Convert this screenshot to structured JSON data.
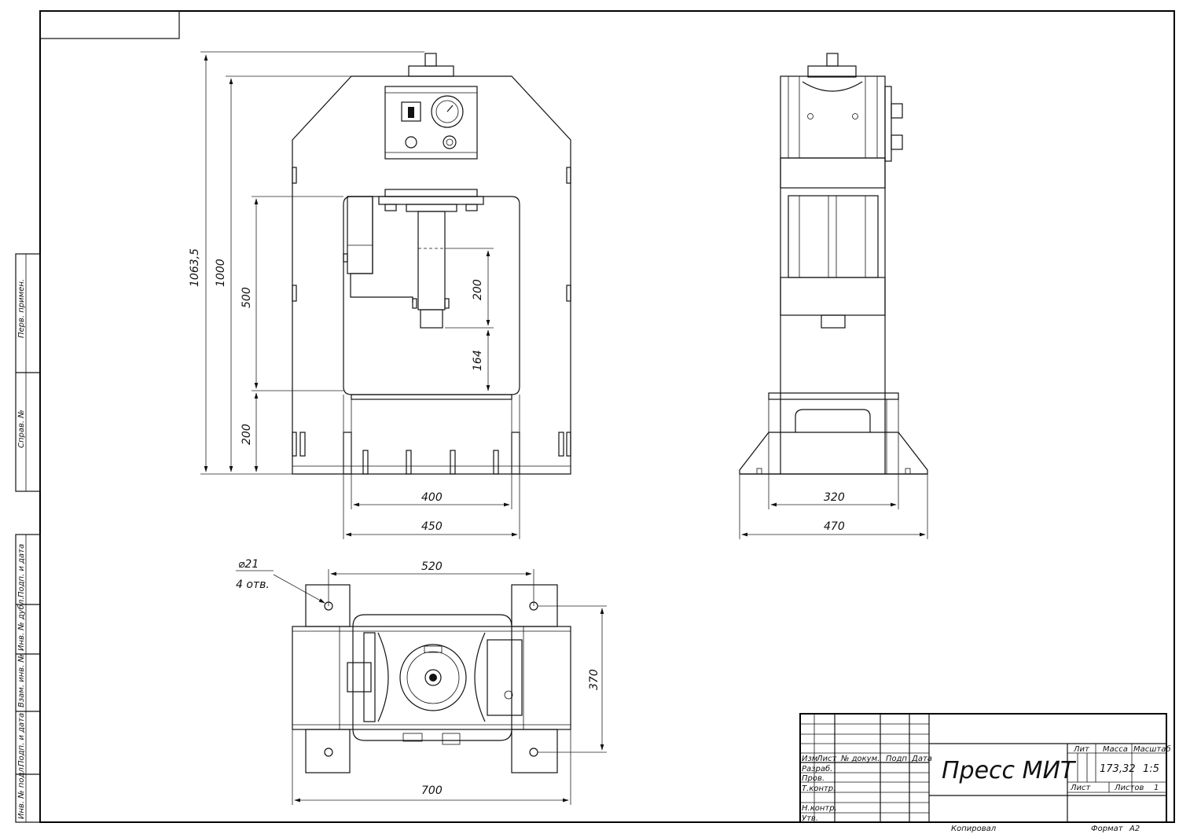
{
  "title_block": {
    "title": "Пресс МИТ",
    "lit_label": "Лит",
    "mass_label": "Масса",
    "scale_label": "Масштаб",
    "mass_value": "173,32",
    "scale_value": "1:5",
    "sheet_label": "Лист",
    "sheets_label": "Листов",
    "sheets_value": "1",
    "col_izm": "Изм",
    "col_list": "Лист",
    "col_doc": "№ докум.",
    "col_podp": "Подп",
    "col_data": "Дата",
    "row_razrab": "Разраб.",
    "row_prov": "Пров.",
    "row_tkontr": "Т.контр.",
    "row_nkontr": "Н.контр.",
    "row_utv": "Утв.",
    "copied": "Копировал",
    "format_label": "Формат",
    "format_value": "А2"
  },
  "side_stamp": {
    "perv_primen": "Перв. примен.",
    "sprav_no": "Справ. №",
    "podp_data_1": "Подп. и дата",
    "inv_dubl": "Инв. № дубл.",
    "vzam_inv": "Взам. инв. №",
    "podp_data_2": "Подп. и дата",
    "inv_podl": "Инв. № подл."
  },
  "dimensions": {
    "front_height_total": "1063,5",
    "front_height_frame": "1000",
    "front_work_height": "500",
    "front_stroke": "200",
    "front_ram_gap": "164",
    "front_base_height": "200",
    "front_inner_width": "400",
    "front_outer_width": "450",
    "side_inner_width": "320",
    "side_outer_width": "470",
    "plan_hole_spacing": "520",
    "plan_hole_diameter": "⌀21",
    "plan_hole_count": "4 отв.",
    "plan_depth": "370",
    "plan_total_width": "700"
  },
  "icons": [
    "pressure-gauge-icon",
    "rotary-switch-icon",
    "push-button-icon"
  ]
}
